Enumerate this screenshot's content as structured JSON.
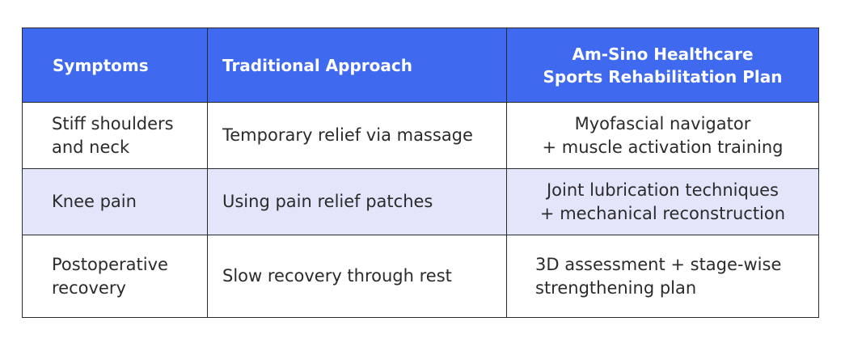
{
  "table": {
    "headers": [
      "Symptoms",
      "Traditional Approach",
      "Am-Sino Healthcare\nSports Rehabilitation Plan"
    ],
    "rows": [
      {
        "symptom": "Stiff shoulders\nand neck",
        "traditional": "Temporary relief via massage",
        "plan": "Myofascial navigator\n+ muscle activation training"
      },
      {
        "symptom": "Knee pain",
        "traditional": "Using pain relief patches",
        "plan": "Joint lubrication techniques\n+ mechanical reconstruction"
      },
      {
        "symptom": "Postoperative\nrecovery",
        "traditional": "Slow recovery through rest",
        "plan": "3D assessment + stage-wise\nstrengthening plan"
      }
    ]
  },
  "colors": {
    "header_background": "#3f6af0",
    "header_text": "#ffffff",
    "alternate_row_background": "#e3e6fb",
    "border": "#2a2a2a"
  }
}
